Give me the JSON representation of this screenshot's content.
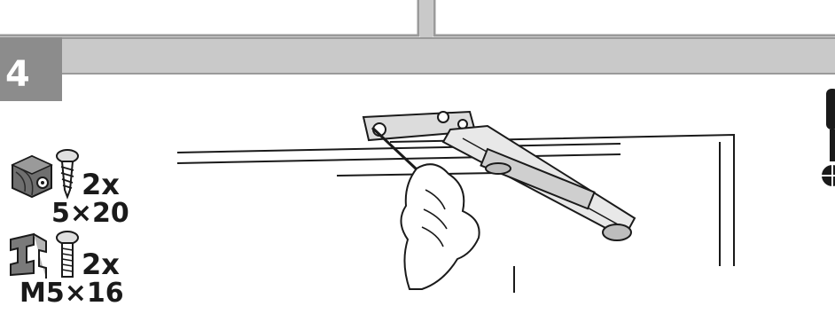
{
  "step": {
    "number": "4"
  },
  "parts": [
    {
      "material": "wood-icon",
      "fastener": "wood-screw-icon",
      "quantity": "2x",
      "size": "5×20"
    },
    {
      "material": "steel-profile-icon",
      "fastener": "machine-screw-icon",
      "quantity": "2x",
      "size": "M5×16"
    }
  ],
  "tool": {
    "icon": "phillips-screwdriver-icon"
  },
  "colors": {
    "bar": "#c9c9c9",
    "badge": "#8c8c8c",
    "line": "#1a1a1a",
    "frame": "#9a9a9a"
  }
}
